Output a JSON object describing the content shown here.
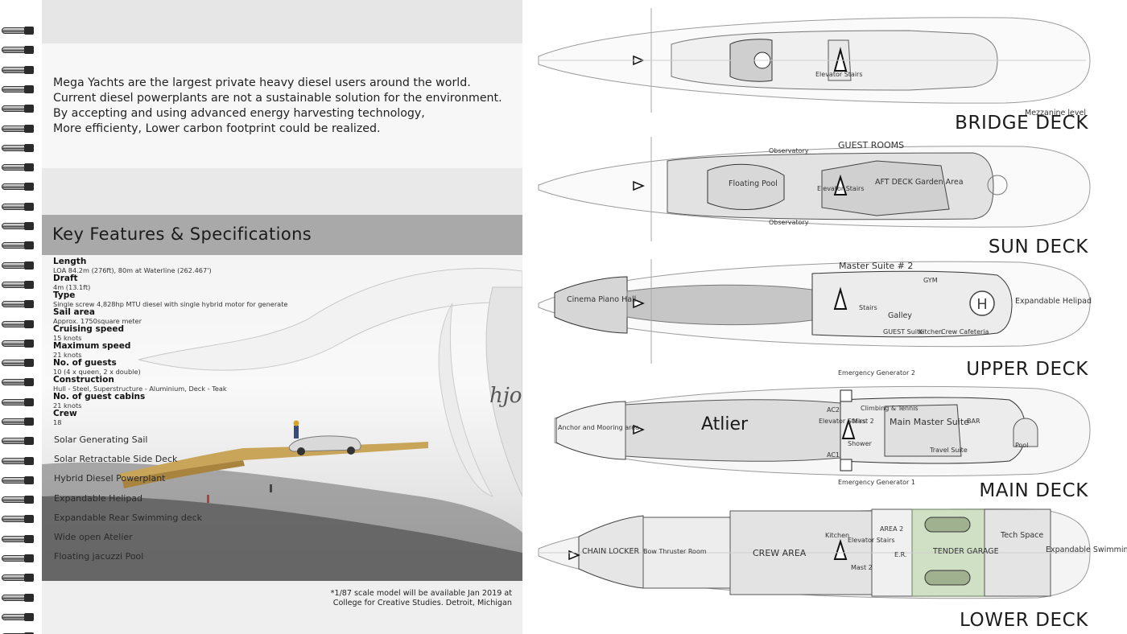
{
  "intro": {
    "lines": [
      "Mega Yachts are the largest private heavy diesel users around the world.",
      "Current diesel powerplants are not a sustainable solution for the environment.",
      "By accepting and using advanced energy harvesting technology,",
      "More efficienty, Lower carbon footprint could be realized."
    ]
  },
  "key_features": {
    "title": "Key Features & Specifications",
    "specs": [
      {
        "label": "Length",
        "value": "LOA 84.2m (276ft), 80m at Waterline (262.467')"
      },
      {
        "label": "Draft",
        "value": "4m (13.1ft)"
      },
      {
        "label": "Type",
        "value": "Single screw 4,828hp MTU diesel with single hybrid motor for generate"
      },
      {
        "label": "Sail area",
        "value": "Approx. 1750square meter"
      },
      {
        "label": "Cruising speed",
        "value": "15 knots"
      },
      {
        "label": "Maximum speed",
        "value": "21 knots"
      },
      {
        "label": "No. of guests",
        "value": "10 (4 x queen, 2 x double)"
      },
      {
        "label": "Construction",
        "value": "Hull - Steel, Superstructure - Aluminium, Deck - Teak"
      },
      {
        "label": "No. of guest cabins",
        "value": "21 knots"
      },
      {
        "label": "Crew",
        "value": "18"
      }
    ],
    "features": [
      "Solar Generating Sail",
      "Solar Retractable Side Deck",
      "Hybrid Diesel Powerplant",
      "Expandable Helipad",
      "Expandable Rear Swimming deck",
      "Wide open Atelier",
      "Floating jacuzzi Pool"
    ],
    "note": [
      "*1/87 scale model will be available Jan 2019 at",
      "College for Creative Studies. Detroit, Michigan"
    ]
  },
  "photo": {
    "hull_lettering": "hjo"
  },
  "decks": {
    "bridge": {
      "name": "BRIDGE DECK",
      "mezzanine": "Mezzanine level",
      "elevator": "Elevator Stairs"
    },
    "sun": {
      "name": "SUN DECK",
      "guest_rooms": "GUEST ROOMS",
      "observatory_top": "Observatory",
      "observatory_bottom": "Observatory",
      "floating_pool": "Floating Pool",
      "elevator": "Elevator Stairs",
      "aft_deck": "AFT DECK Garden Area"
    },
    "upper": {
      "name": "UPPER DECK",
      "master_suite_2": "Master Suite # 2",
      "cinema": "Cinema Piano Hall",
      "helipad": "Expandable Helipad",
      "gym": "GYM",
      "galley": "Galley",
      "kitchen": "Kitchen",
      "crew_cafeteria": "Crew Cafeteria",
      "guest_suite": "GUEST Suite",
      "stairs": "Stairs"
    },
    "main": {
      "name": "MAIN DECK",
      "anchor": "Anchor and Mooring area",
      "atelier": "Atlier",
      "gen2": "Emergency Generator 2",
      "gen1": "Emergency Generator 1",
      "climbing": "Climbing & Tennis",
      "master_suite": "Main Master Suite",
      "pool": "Pool",
      "bar": "BAR",
      "ac2": "AC2",
      "ac1": "AC1",
      "mast2": "Mast 2",
      "elevator": "Elevator Stairs",
      "shower": "Shower",
      "travel_suite": "Travel Suite"
    },
    "lower": {
      "name": "LOWER DECK",
      "chain_locker": "CHAIN LOCKER",
      "bow_thruster": "Bow Thruster Room",
      "crew_area": "CREW AREA",
      "kitchen": "Kitchen",
      "elevator": "Elevator Stairs",
      "mast2": "Mast 2",
      "area": "AREA 2",
      "er": "E.R.",
      "tender_garage": "TENDER GARAGE",
      "tech_space": "Tech Space",
      "swimming_platform": "Expandable Swimming platform"
    }
  },
  "colors": {
    "tender_garage_fill": "#cfe0c4",
    "feature_bar": "#a9a9a9",
    "page_gray": "#efefef"
  }
}
